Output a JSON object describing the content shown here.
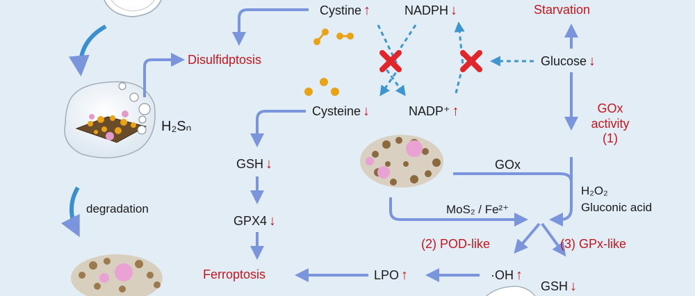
{
  "colors": {
    "background": "#e3edf6",
    "arrow": "#7a95dc",
    "dashed_arrow": "#3f95cf",
    "red_text": "#c4161c",
    "cross": "#e0252b"
  },
  "labels": {
    "cystine": "Cystine",
    "nadph": "NADPH",
    "starvation": "Starvation",
    "disulfidptosis": "Disulfidptosis",
    "glucose": "Glucose",
    "h2sn": "H₂Sₙ",
    "cysteine": "Cysteine",
    "nadp": "NADP⁺",
    "gox_activity_1": "GOx",
    "gox_activity_2": "activity",
    "gox_activity_3": "(1)",
    "gsh": "GSH",
    "gox": "GOx",
    "h2o2": "H₂O₂",
    "gluconic": "Gluconic acid",
    "degradation": "degradation",
    "gpx4": "GPX4",
    "mos2": "MoS₂ / Fe²⁺",
    "pod": "(2) POD-like",
    "gpx": "(3) GPx-like",
    "ferroptosis": "Ferroptosis",
    "lpo": "LPO",
    "oh": "·OH",
    "gsh2": "GSH"
  },
  "arrows": {
    "up": "↑",
    "down": "↓"
  },
  "icons": [
    "cross-icon",
    "droplet-icon",
    "nanosheet-icon",
    "molecule-dots-icon"
  ]
}
